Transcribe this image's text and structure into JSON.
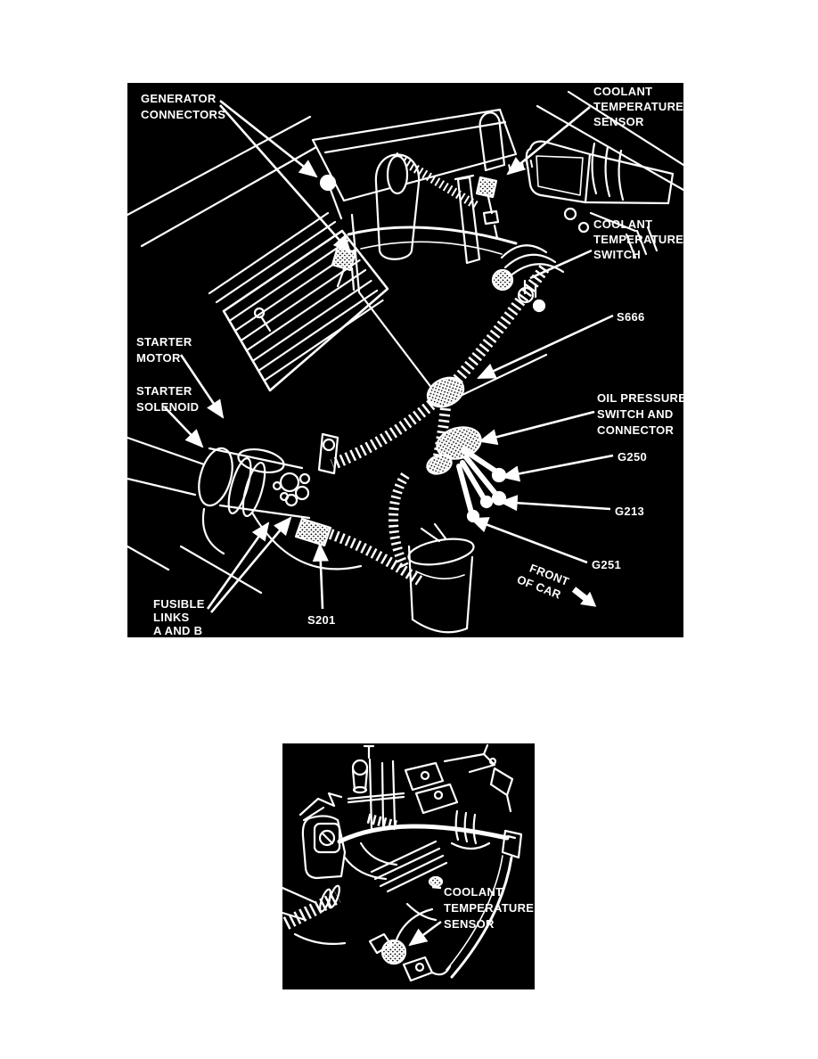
{
  "page": {
    "background": "#ffffff"
  },
  "figures": [
    {
      "name": "engine-component-location-view",
      "background": "#000000",
      "ink": "#ffffff",
      "labels": {
        "generator_connectors": {
          "lines": [
            "GENERATOR",
            "CONNECTORS"
          ]
        },
        "coolant_temp_sensor": {
          "lines": [
            "COOLANT",
            "TEMPERATURE",
            "SENSOR"
          ]
        },
        "coolant_temp_switch": {
          "lines": [
            "COOLANT",
            "TEMPERATURE",
            "SWITCH"
          ]
        },
        "s666": {
          "lines": [
            "S666"
          ]
        },
        "starter_motor": {
          "lines": [
            "STARTER",
            "MOTOR"
          ]
        },
        "starter_solenoid": {
          "lines": [
            "STARTER",
            "SOLENOID"
          ]
        },
        "oil_pressure_switch": {
          "lines": [
            "OIL PRESSURE",
            "SWITCH AND",
            "CONNECTOR"
          ]
        },
        "g250": {
          "lines": [
            "G250"
          ]
        },
        "g213": {
          "lines": [
            "G213"
          ]
        },
        "g251": {
          "lines": [
            "G251"
          ]
        },
        "fusible_links": {
          "lines": [
            "FUSIBLE",
            "LINKS",
            "A AND B"
          ]
        },
        "s201": {
          "lines": [
            "S201"
          ]
        },
        "front_of_car": {
          "lines": [
            "FRONT",
            "OF CAR"
          ]
        }
      }
    },
    {
      "name": "coolant-temperature-sensor-view",
      "background": "#000000",
      "ink": "#ffffff",
      "labels": {
        "coolant_temp_sensor": {
          "lines": [
            "COOLANT",
            "TEMPERATURE",
            "SENSOR"
          ]
        }
      }
    }
  ]
}
